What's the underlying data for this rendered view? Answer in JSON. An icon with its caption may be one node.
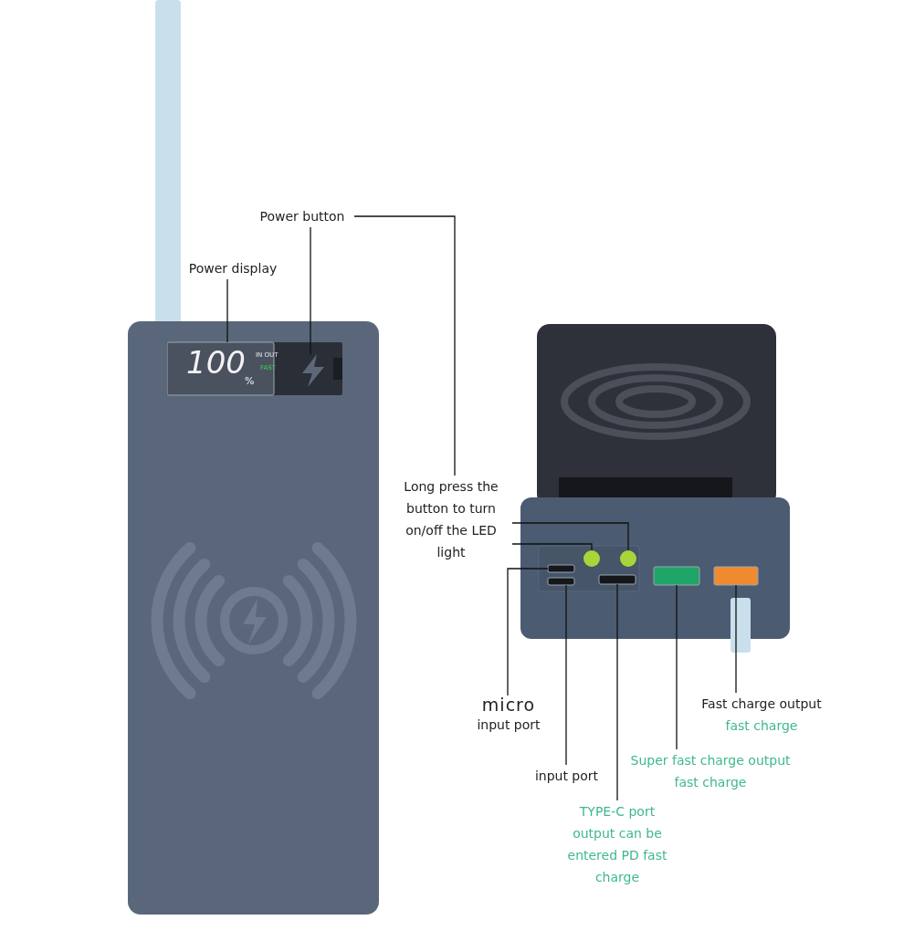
{
  "diagram": {
    "nodes": [
      {
        "text": [
          "Power display"
        ]
      },
      {
        "text": [
          "Power button"
        ]
      },
      {
        "text": [],
        "shape": "box"
      },
      {
        "text": [],
        "shape": "picture"
      },
      {
        "text": [
          "Long press the button to turn on/off the LED light"
        ]
      },
      {
        "text": [],
        "shape": "circle"
      },
      {
        "text": [],
        "shape": "circle"
      },
      {
        "text": [
          "micro",
          "input port"
        ]
      },
      {
        "text": [],
        "shape": "box"
      },
      {
        "text": [
          "input port"
        ]
      },
      {
        "text": [],
        "shape": "box"
      },
      {
        "text": [
          "TYPE-C port output can be entered PD fast charge"
        ]
      },
      {
        "text": [],
        "shape": "box"
      },
      {
        "text": [
          "Super fast charge output",
          "fast charge"
        ]
      },
      {
        "text": [],
        "shape": "box"
      },
      {
        "text": [
          "Fast charge output",
          "fast charge"
        ]
      },
      {
        "text": [],
        "shape": "box"
      }
    ],
    "edges": [
      {
        "from": 0,
        "to": 2,
        "arrow": "none"
      },
      {
        "from": 1,
        "to": 3,
        "arrow": "none"
      },
      {
        "from": 1,
        "to": 4,
        "arrow": "none"
      },
      {
        "from": 4,
        "to": 5,
        "arrow": "none"
      },
      {
        "from": 4,
        "to": 6,
        "arrow": "none"
      },
      {
        "from": 7,
        "to": 8,
        "arrow": "none"
      },
      {
        "from": 9,
        "to": 10,
        "arrow": "none"
      },
      {
        "from": 11,
        "to": 12,
        "arrow": "none"
      },
      {
        "from": 13,
        "to": 14,
        "arrow": "none"
      },
      {
        "from": 15,
        "to": 16,
        "arrow": "none"
      }
    ],
    "labels": [
      "100",
      "%",
      "IN OUT",
      "FAST"
    ]
  }
}
